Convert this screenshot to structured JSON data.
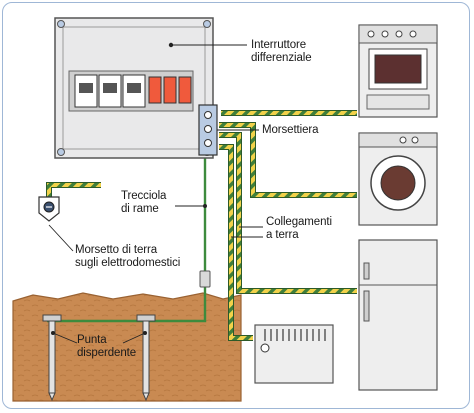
{
  "labels": {
    "interruttore": "Interruttore\ndifferenziale",
    "morsettiera": "Morsettiera",
    "treccia": "Trecciola\ndi rame",
    "collegamenti": "Collegamenti\na terra",
    "morsetto": "Morsetto di terra\nsugli elettrodomestici",
    "punta": "Punta\ndisperdente"
  },
  "colors": {
    "ground_wire_yellow": "#f2d24a",
    "ground_wire_green": "#3f7f3a",
    "copper_braid_green": "#3d8b3d",
    "soil": "#c98a52",
    "panel": "#e9e9ea",
    "breaker_red": "#f05a3c",
    "breaker_grey": "#8a8a8a",
    "frame_border": "#9fb7d6"
  },
  "icons": [
    "electrical-panel",
    "terminal-block",
    "stove",
    "washing-machine",
    "refrigerator",
    "radiator",
    "ground-clamp",
    "ground-rod"
  ]
}
